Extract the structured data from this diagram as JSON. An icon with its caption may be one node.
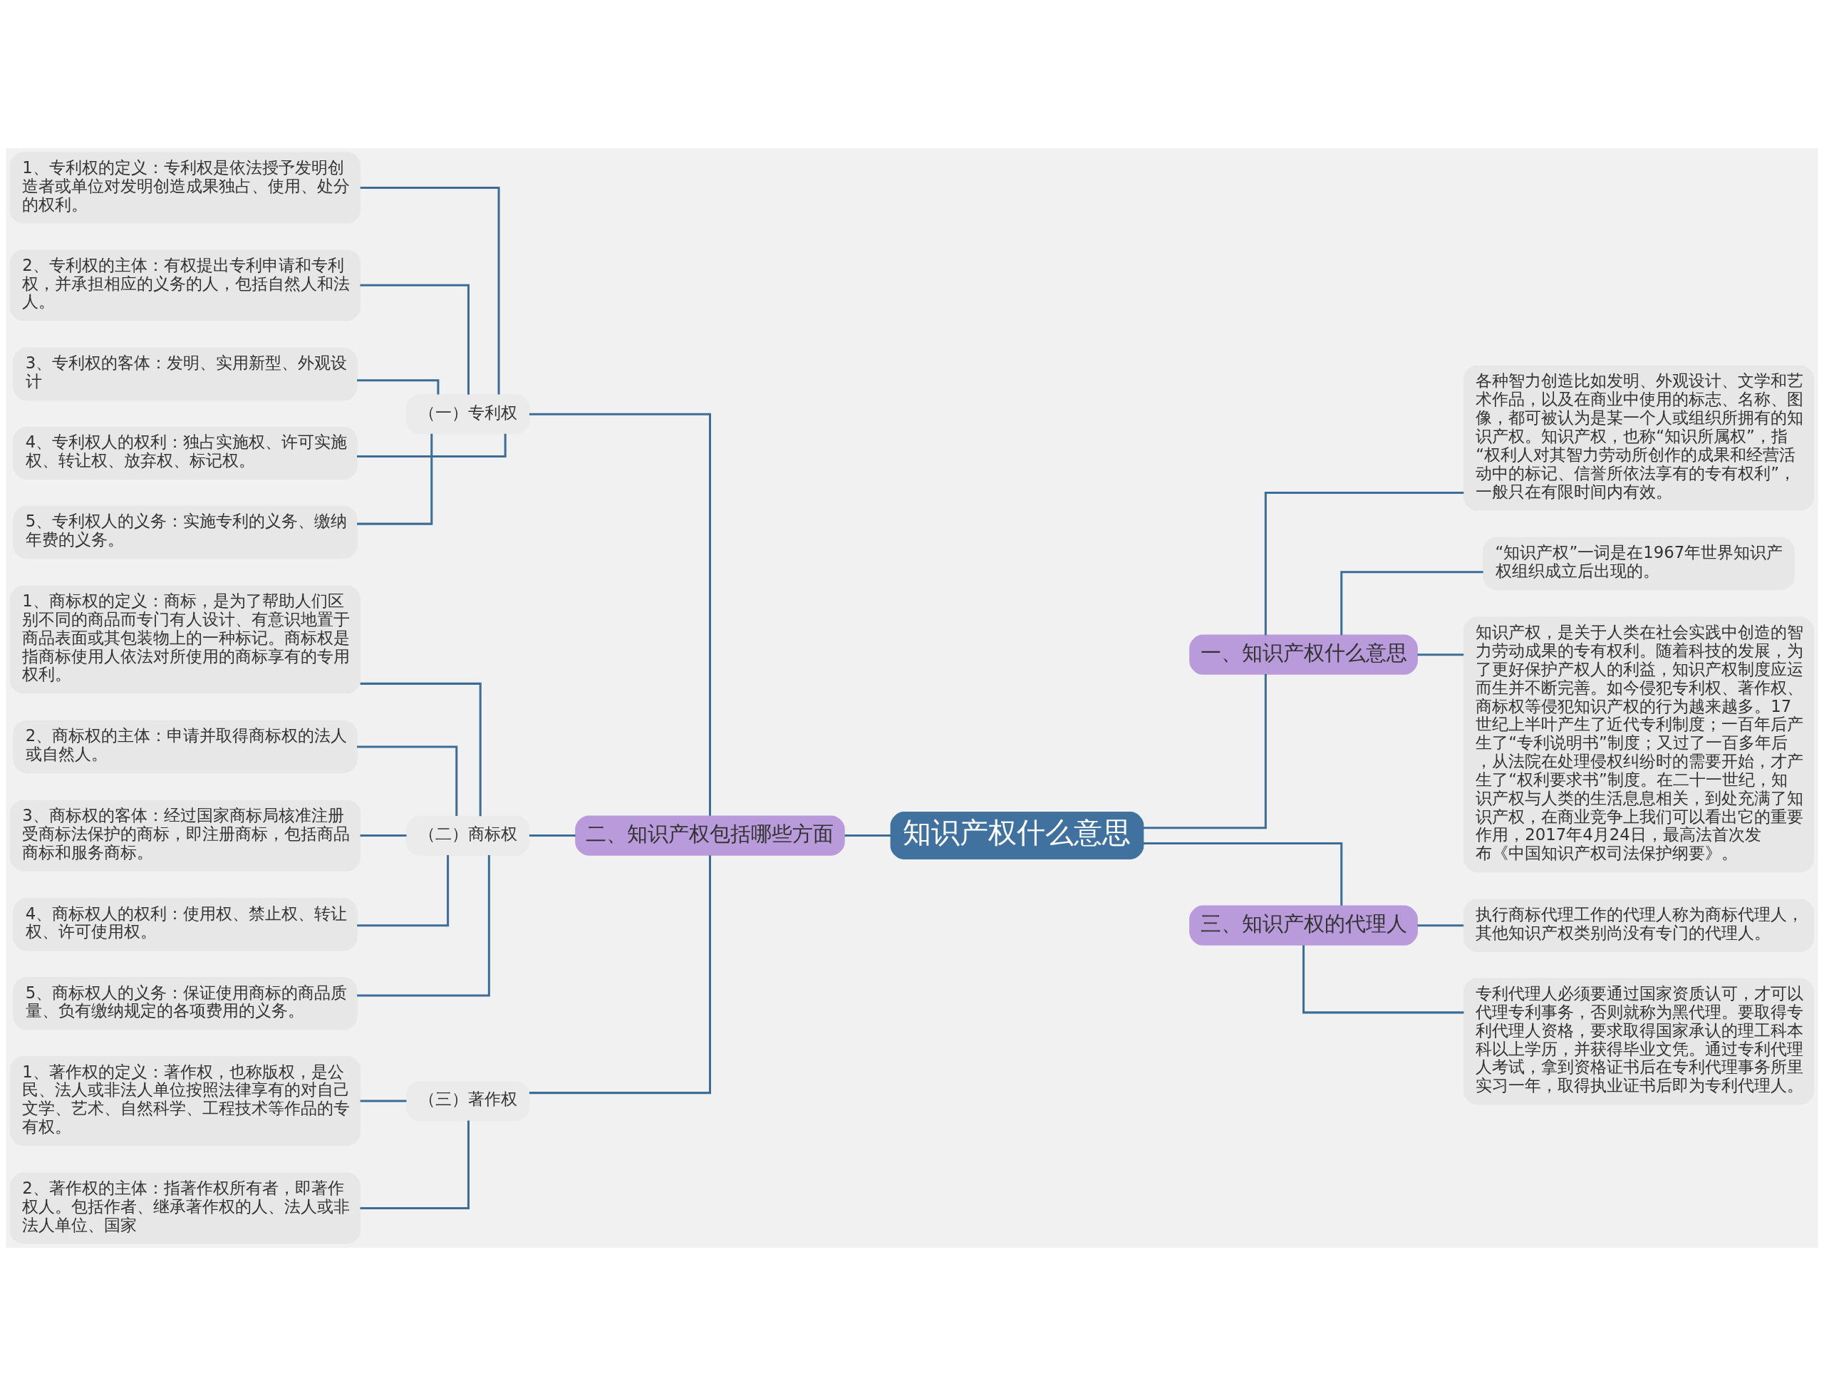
{
  "diagram": {
    "nodes": [
      {
        "text": [
          "知识产权什么意思"
        ]
      },
      {
        "text": [
          "一、知识产权什么意思"
        ]
      },
      {
        "text": [
          "各种智力创造比如发明、外观设计、文学和艺术作品，以及在商业中使用的标志、名称、图像，都可被认为是某一个人或组织所拥有的知识产权。知识产权，也称“知识所属权”，指“权利人对其智力劳动所创作的成果和经营活动中的标记、信誉所依法享有的专有权利”，一般只在有限时间内有效。"
        ]
      },
      {
        "text": [
          "“知识产权”一词是在1967年世界知识产权组织成立后出现的。"
        ]
      },
      {
        "text": [
          "知识产权，是关于人类在社会实践中创造的智力劳动成果的专有权利。随着科技的发展，为了更好保护产权人的利益，知识产权制度应运而生并不断完善。如今侵犯专利权、著作权、商标权等侵犯知识产权的行为越来越多。17世纪上半叶产生了近代专利制度；一百年后产生了“专利说明书”制度；又过了一百多年后，从法院在处理侵权纠纷时的需要开始，才产生了“权利要求书”制度。在二十一世纪，知识产权与人类的生活息息相关，到处充满了知识产权，在商业竞争上我们可以看出它的重要作用，2017年4月24日，最高法首次发布《中国知识产权司法保护纲要》。"
        ]
      },
      {
        "text": [
          "三、知识产权的代理人"
        ]
      },
      {
        "text": [
          "执行商标代理工作的代理人称为商标代理人，其他知识产权类别尚没有专门的代理人。"
        ]
      },
      {
        "text": [
          "专利代理人必须要通过国家资质认可，才可以代理专利事务，否则就称为黑代理。要取得专利代理人资格，要求取得国家承认的理工科本科以上学历，并获得毕业文凭。通过专利代理人考试，拿到资格证书后在专利代理事务所里实习一年，取得执业证书后即为专利代理人。"
        ]
      },
      {
        "text": [
          "二、知识产权包括哪些方面"
        ]
      },
      {
        "text": [
          "（一）专利权"
        ]
      },
      {
        "text": [
          "1、专利权的定义：专利权是依法授予发明创造者或单位对发明创造成果独占、使用、处分的权利。"
        ]
      },
      {
        "text": [
          "2、专利权的主体：有权提出专利申请和专利权，并承担相应的义务的人，包括自然人和法人。"
        ]
      },
      {
        "text": [
          "3、专利权的客体：发明、实用新型、外观设计"
        ]
      },
      {
        "text": [
          "4、专利权人的权利：独占实施权、许可实施权、转让权、放弃权、标记权。"
        ]
      },
      {
        "text": [
          "5、专利权人的义务：实施专利的义务、缴纳年费的义务。"
        ]
      },
      {
        "text": [
          "（二）商标权"
        ]
      },
      {
        "text": [
          "1、商标权的定义：商标，是为了帮助人们区别不同的商品而专门有人设计、有意识地置于商品表面或其包装物上的一种标记。商标权是指商标使用人依法对所使用的商标享有的专用权利。"
        ]
      },
      {
        "text": [
          "2、商标权的主体：申请并取得商标权的法人或自然人。"
        ]
      },
      {
        "text": [
          "3、商标权的客体：经过国家商标局核准注册受商标法保护的商标，即注册商标，包括商品商标和服务商标。"
        ]
      },
      {
        "text": [
          "4、商标权人的权利：使用权、禁止权、转让权、许可使用权。"
        ]
      },
      {
        "text": [
          "5、商标权人的义务：保证使用商标的商品质量、负有缴纳规定的各项费用的义务。"
        ]
      },
      {
        "text": [
          "（三）著作权"
        ]
      },
      {
        "text": [
          "1、著作权的定义：著作权，也称版权，是公民、法人或非法人单位按照法律享有的对自己文学、艺术、自然科学、工程技术等作品的专有权。"
        ]
      },
      {
        "text": [
          "2、著作权的主体：指著作权所有者，即著作权人。包括作者、继承著作权的人、法人或非法人单位、国家"
        ]
      }
    ],
    "edges": [
      {
        "from": 0,
        "to": 1,
        "arrow": "none"
      },
      {
        "from": 1,
        "to": 2,
        "arrow": "none"
      },
      {
        "from": 1,
        "to": 3,
        "arrow": "none"
      },
      {
        "from": 1,
        "to": 4,
        "arrow": "none"
      },
      {
        "from": 0,
        "to": 5,
        "arrow": "none"
      },
      {
        "from": 5,
        "to": 6,
        "arrow": "none"
      },
      {
        "from": 5,
        "to": 7,
        "arrow": "none"
      },
      {
        "from": 8,
        "to": 0,
        "arrow": "none"
      },
      {
        "from": 9,
        "to": 8,
        "arrow": "none"
      },
      {
        "from": 10,
        "to": 9,
        "arrow": "none"
      },
      {
        "from": 11,
        "to": 9,
        "arrow": "none"
      },
      {
        "from": 12,
        "to": 9,
        "arrow": "none"
      },
      {
        "from": 13,
        "to": 9,
        "arrow": "none"
      },
      {
        "from": 14,
        "to": 9,
        "arrow": "none"
      },
      {
        "from": 15,
        "to": 8,
        "arrow": "none"
      },
      {
        "from": 16,
        "to": 15,
        "arrow": "none"
      },
      {
        "from": 17,
        "to": 15,
        "arrow": "none"
      },
      {
        "from": 18,
        "to": 15,
        "arrow": "none"
      },
      {
        "from": 19,
        "to": 15,
        "arrow": "none"
      },
      {
        "from": 20,
        "to": 15,
        "arrow": "none"
      },
      {
        "from": 21,
        "to": 8,
        "arrow": "none"
      },
      {
        "from": 22,
        "to": 21,
        "arrow": "none"
      },
      {
        "from": 23,
        "to": 21,
        "arrow": "none"
      }
    ]
  }
}
